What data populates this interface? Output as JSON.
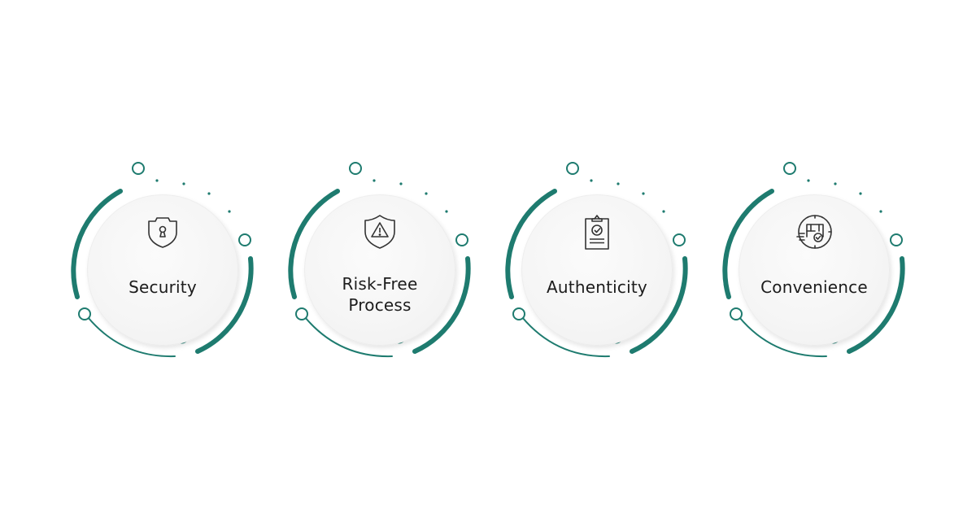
{
  "theme": {
    "accent": "#1e7b6f",
    "disk_fill": "#f5f5f5",
    "text": "#1c1c1c",
    "icon_stroke": "#333333",
    "background": "#ffffff"
  },
  "features": [
    {
      "label_lines": [
        "Security"
      ],
      "icon": "shield-keyhole-icon"
    },
    {
      "label_lines": [
        "Risk-Free",
        "Process"
      ],
      "icon": "shield-warning-icon"
    },
    {
      "label_lines": [
        "Authenticity"
      ],
      "icon": "clipboard-check-icon"
    },
    {
      "label_lines": [
        "Convenience"
      ],
      "icon": "delivery-truck-check-icon"
    }
  ]
}
